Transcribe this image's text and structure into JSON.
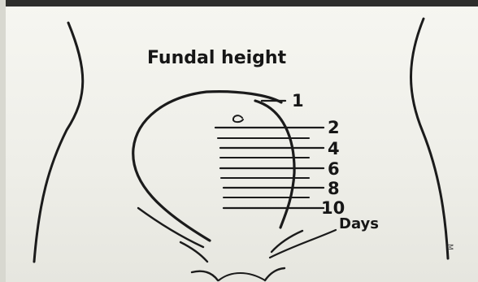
{
  "diagram": {
    "title": "Fundal height",
    "level_labels": [
      "1",
      "2",
      "4",
      "6",
      "8",
      "10"
    ],
    "days_label": "Days",
    "margin_mark": "M"
  }
}
